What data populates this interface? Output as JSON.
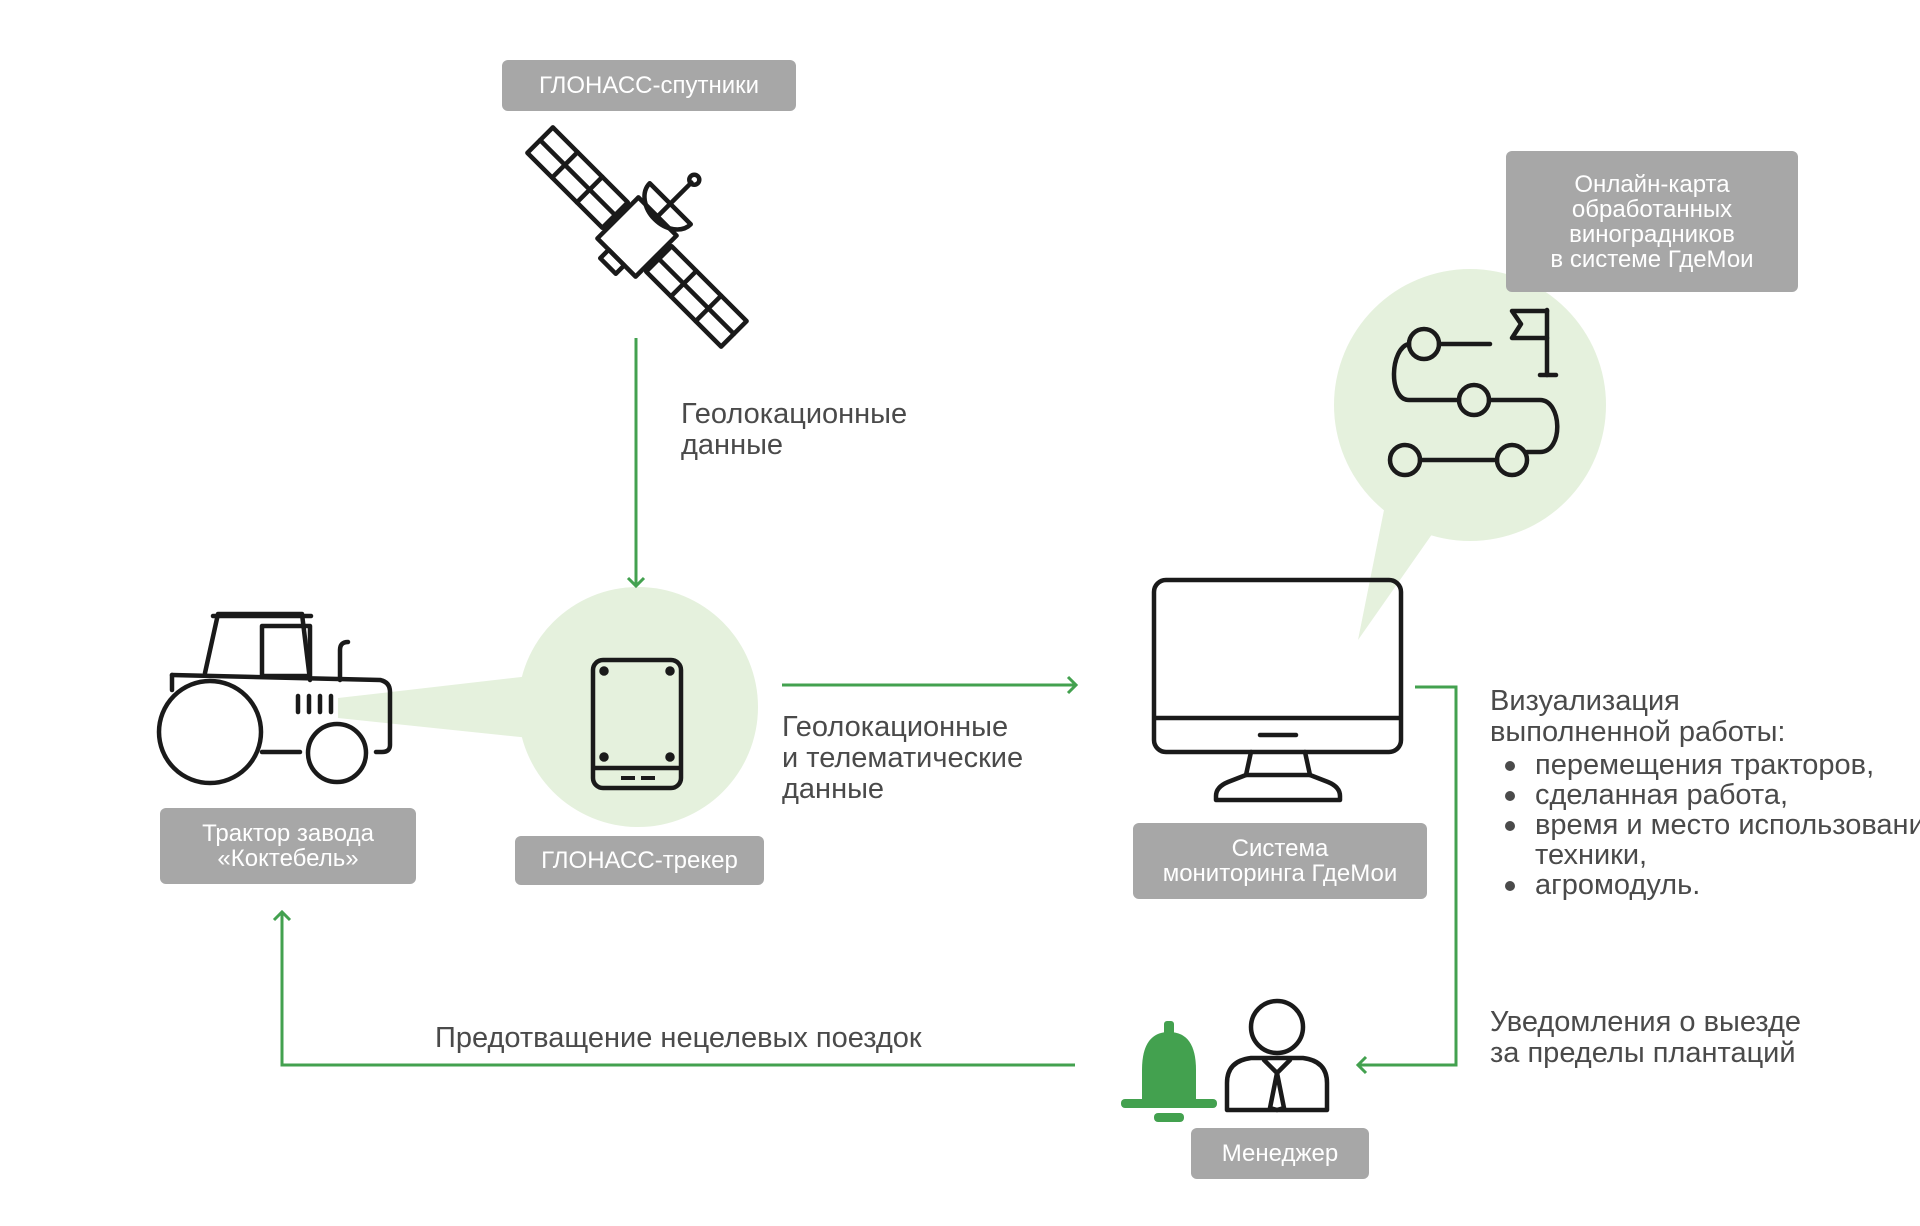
{
  "colors": {
    "accent_green": "#43a14f",
    "halo_green": "#e5f1dd",
    "chip_gray": "#a7a7a7",
    "text_gray": "#4a4a4a",
    "icon_stroke": "#1a1a1a"
  },
  "nodes": {
    "satellites": "ГЛОНАСС-спутники",
    "tracker": "ГЛОНАСС-трекер",
    "tractor": "Трактор завода\n«Коктебель»",
    "monitoring": "Система\nмониторинга ГдеМои",
    "online_map": "Онлайн-карта\nобработанных\nвиноградников\nв системе ГдеМои",
    "manager": "Менеджер"
  },
  "edges": {
    "geo_data": "Геолокационные\nданные",
    "geo_telematic": "Геолокационные\nи телематические\nданные",
    "visualization_title": "Визуализация\nвыполненной работы:",
    "visualization_items": [
      "перемещения тракторов,",
      "сделанная работа,",
      "время и место использования техники,",
      "агромодуль."
    ],
    "notifications": "Уведомления о выезде\nза пределы плантаций",
    "prevention": "Предотващение нецелевых поездок"
  },
  "icons": {
    "satellite": "satellite-icon",
    "tracker": "tracker-device-icon",
    "tractor": "tractor-icon",
    "monitor": "monitor-icon",
    "route_map": "route-map-icon",
    "bell": "bell-icon",
    "person": "manager-person-icon"
  }
}
